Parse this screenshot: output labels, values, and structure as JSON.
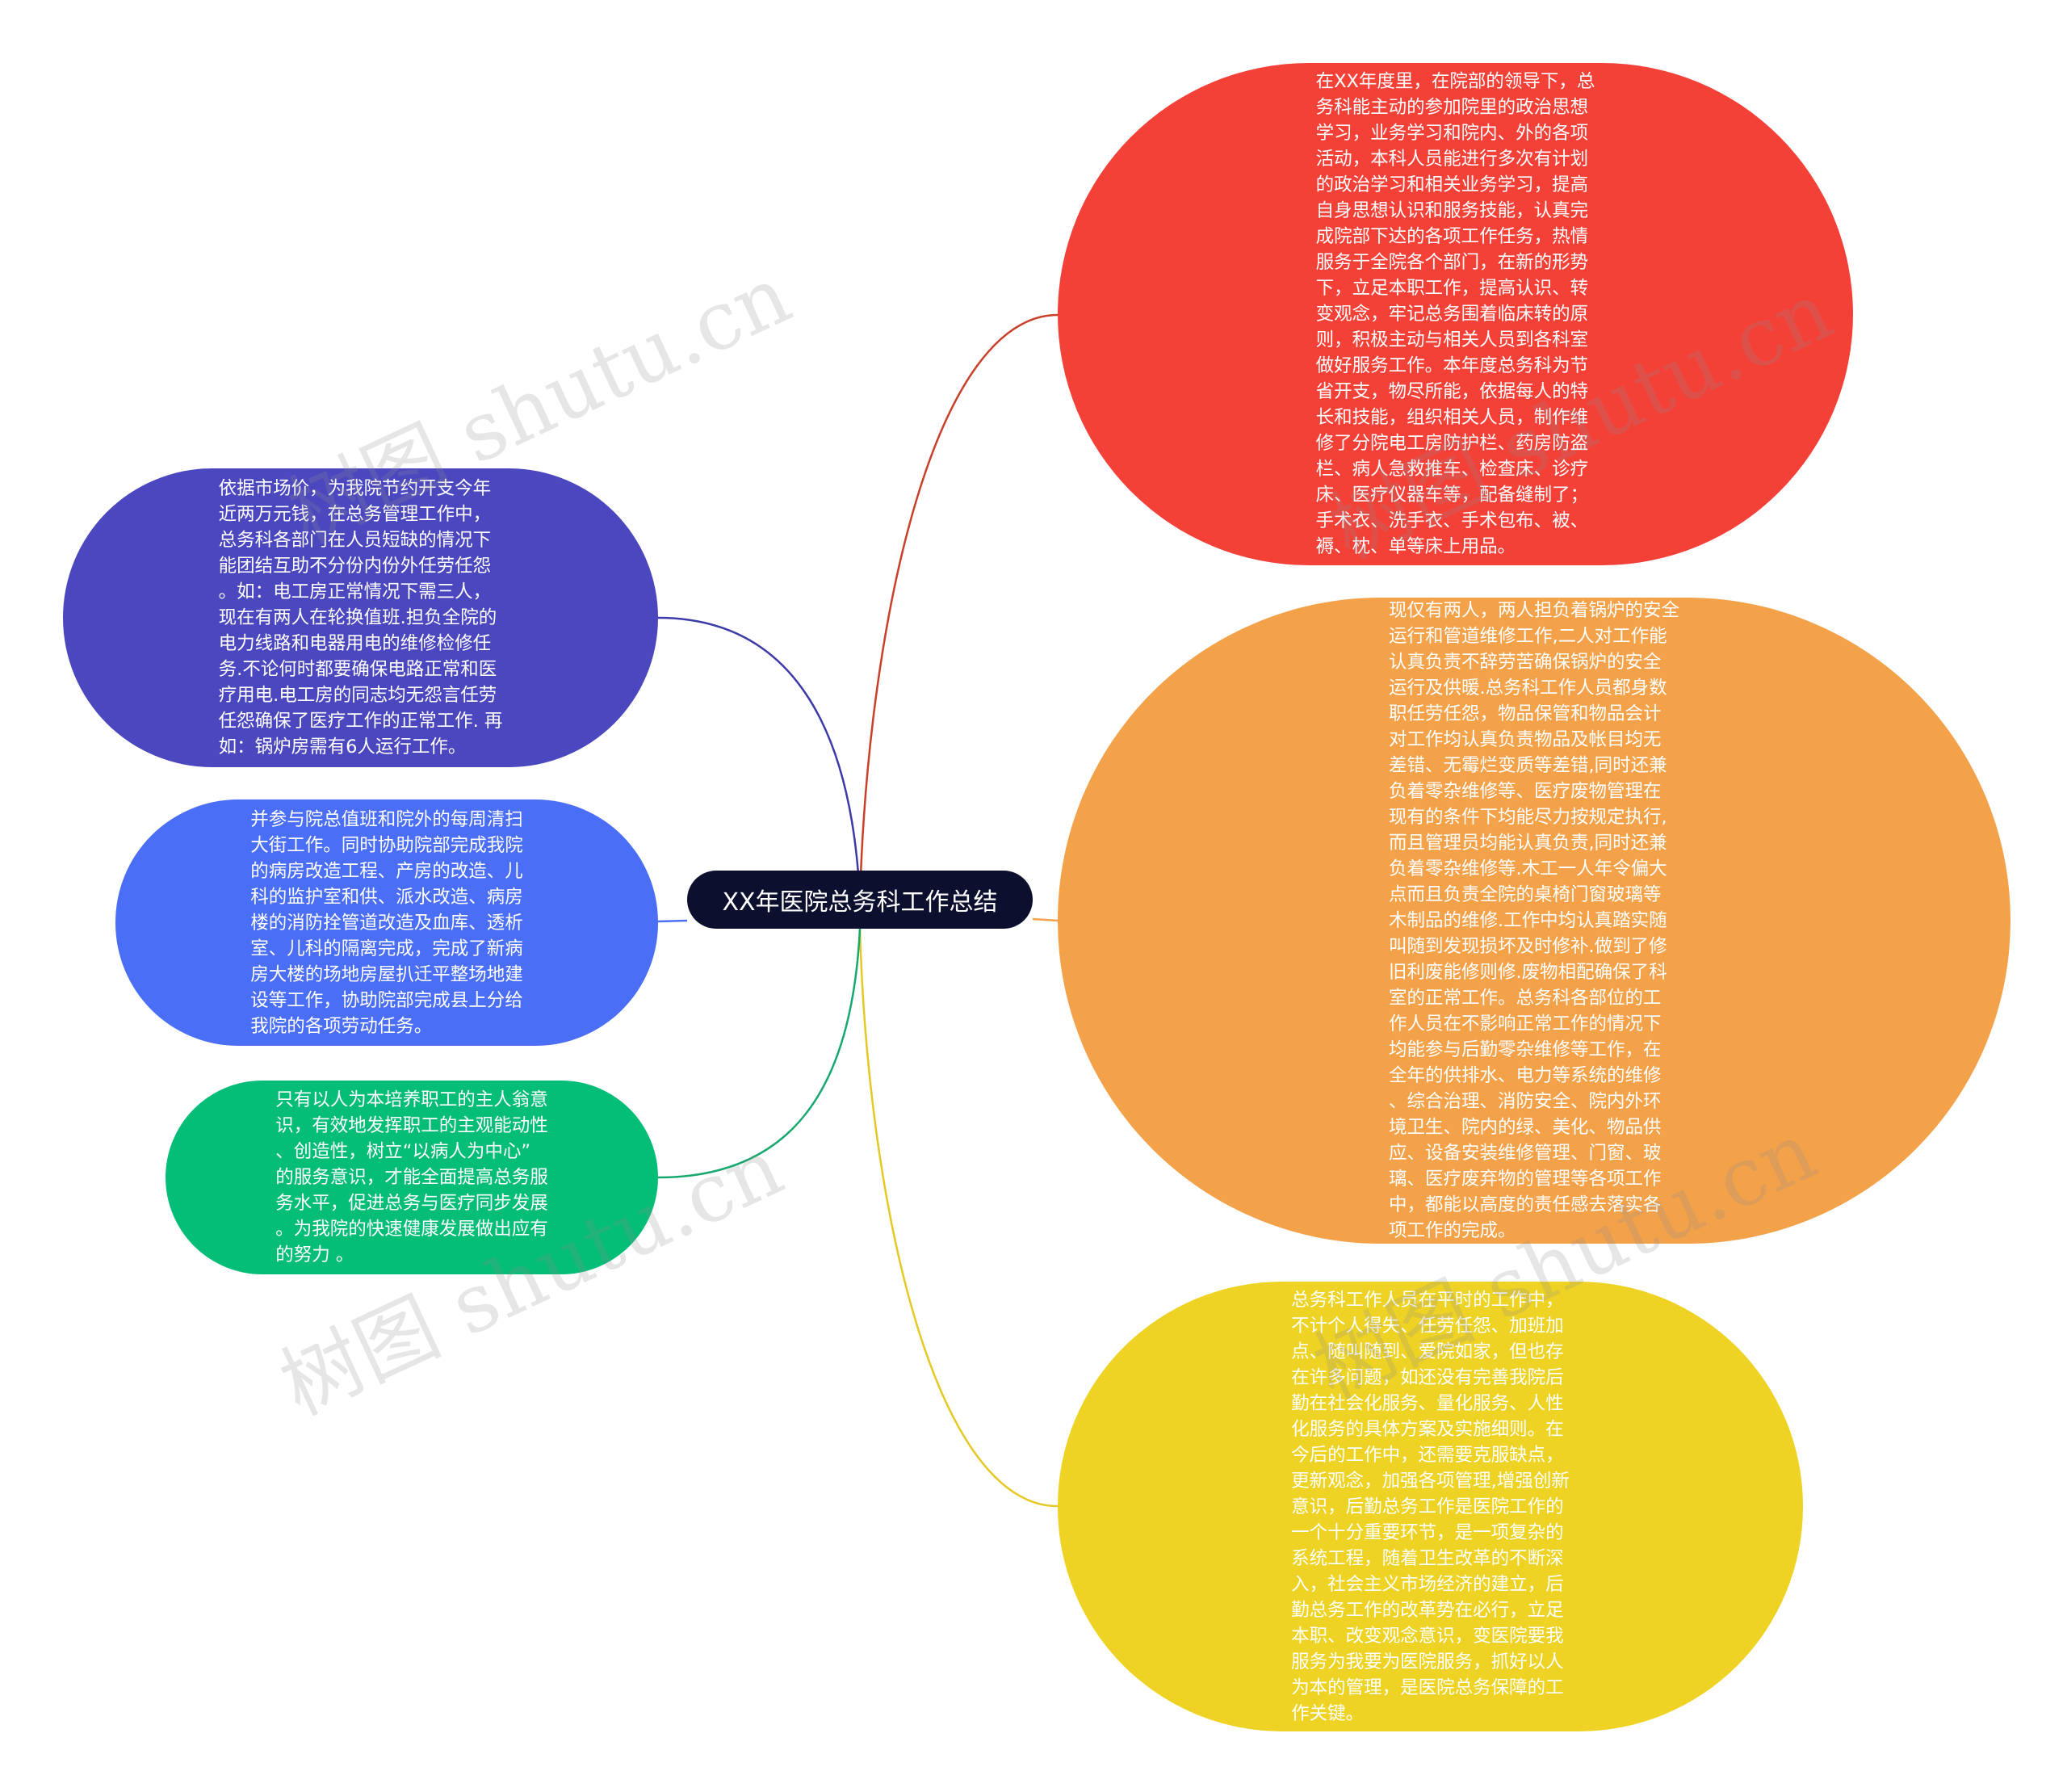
{
  "central": {
    "title": "XX年医院总务科工作总结"
  },
  "nodes": [
    {
      "id": "red",
      "color": "#f44138",
      "text": "在XX年度里，在院部的领导下，总\n务科能主动的参加院里的政治思想\n学习，业务学习和院内、外的各项\n活动，本科人员能进行多次有计划\n的政治学习和相关业务学习，提高\n自身思想认识和服务技能，认真完\n成院部下达的各项工作任务，热情\n服务于全院各个部门，在新的形势\n下，立足本职工作，提高认识、转\n变观念，牢记总务围着临床转的原\n则，积极主动与相关人员到各科室\n做好服务工作。本年度总务科为节\n省开支，物尽所能，依据每人的特\n长和技能，组织相关人员，制作维\n修了分院电工房防护栏、药房防盗\n栏、病人急救推车、检查床、诊疗\n床、医疗仪器车等，配备缝制了；\n手术衣、洗手衣、手术包布、被、\n褥、枕、单等床上用品。"
    },
    {
      "id": "orange",
      "color": "#f4a24a",
      "text": "现仅有两人，两人担负着锅炉的安全\n运行和管道维修工作,二人对工作能\n认真负责不辞劳苦确保锅炉的安全\n运行及供暖.总务科工作人员都身数\n职任劳任怨，物品保管和物品会计\n对工作均认真负责物品及帐目均无\n差错、无霉烂变质等差错,同时还兼\n负着零杂维修等、医疗废物管理在\n现有的条件下均能尽力按规定执行,\n而且管理员均能认真负责,同时还兼\n负着零杂维修等.木工一人年令偏大\n点而且负责全院的桌椅门窗玻璃等\n木制品的维修.工作中均认真踏实随\n叫随到发现损坏及时修补.做到了修\n旧利废能修则修.废物相配确保了科\n室的正常工作。总务科各部位的工\n作人员在不影响正常工作的情况下\n均能参与后勤零杂维修等工作，在\n全年的供排水、电力等系统的维修\n、综合治理、消防安全、院内外环\n境卫生、院内的绿、美化、物品供\n应、设备安装维修管理、门窗、玻\n璃、医疗废弃物的管理等各项工作\n中，都能以高度的责任感去落实各\n项工作的完成。"
    },
    {
      "id": "yellow",
      "color": "#efd324",
      "text": "总务科工作人员在平时的工作中，\n不计个人得失、任劳任怨、加班加\n点、随叫随到、爱院如家，但也存\n在许多问题，如还没有完善我院后\n勤在社会化服务、量化服务、人性\n化服务的具体方案及实施细则。在\n今后的工作中，还需要克服缺点，\n更新观念，加强各项管理,增强创新\n意识，后勤总务工作是医院工作的\n一个十分重要环节，是一项复杂的\n系统工程，随着卫生改革的不断深\n入，社会主义市场经济的建立，后\n勤总务工作的改革势在必行，立足\n本职、改变观念意识，变医院要我\n服务为我要为医院服务，抓好以人\n为本的管理，是医院总务保障的工\n作关键。"
    },
    {
      "id": "purple",
      "color": "#4b47bf",
      "text": "依据市场价，为我院节约开支今年\n近两万元钱，在总务管理工作中，\n总务科各部门在人员短缺的情况下\n能团结互助不分份内份外任劳任怨\n。如：电工房正常情况下需三人，\n现在有两人在轮换值班.担负全院的\n电力线路和电器用电的维修检修任\n务.不论何时都要确保电路正常和医\n疗用电.电工房的同志均无怨言任劳\n任怨确保了医疗工作的正常工作. 再\n如：锅炉房需有6人运行工作。"
    },
    {
      "id": "blue",
      "color": "#4a6ef5",
      "text": "并参与院总值班和院外的每周清扫\n大街工作。同时协助院部完成我院\n的病房改造工程、产房的改造、儿\n科的监护室和供、派水改造、病房\n楼的消防拴管道改造及血库、透析\n室、儿科的隔离完成，完成了新病\n房大楼的场地房屋扒迁平整场地建\n设等工作，协助院部完成县上分给\n我院的各项劳动任务。"
    },
    {
      "id": "green",
      "color": "#04bd76",
      "text": "只有以人为本培养职工的主人翁意\n识，有效地发挥职工的主观能动性\n、创造性，树立“以病人为中心”\n的服务意识，才能全面提高总务服\n务水平，促进总务与医疗同步发展\n。为我院的快速健康发展做出应有\n的努力 。"
    }
  ],
  "watermark": {
    "text": "树图 shutu.cn"
  }
}
